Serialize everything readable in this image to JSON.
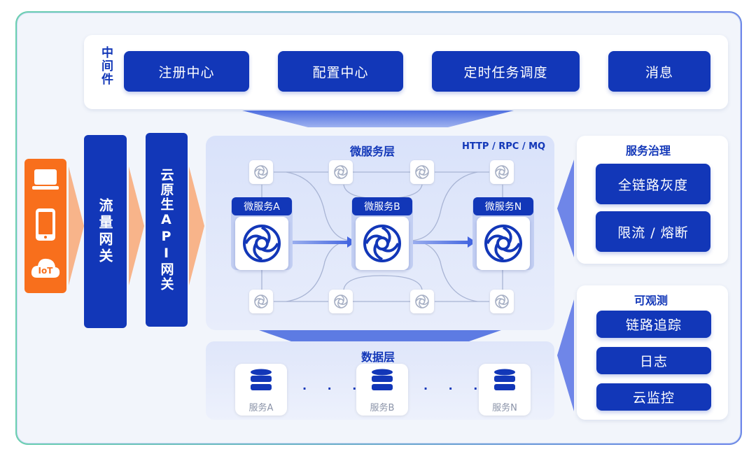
{
  "middleware": {
    "label": "中间件",
    "items": [
      "注册中心",
      "配置中心",
      "定时任务调度",
      "消息"
    ]
  },
  "gateways": {
    "traffic": "流量网关",
    "cloud_native": "云原生API网关"
  },
  "devices": {
    "icons": [
      "laptop-icon",
      "phone-icon",
      "iot-cloud-icon"
    ],
    "iot_text": "IoT"
  },
  "microservice_layer": {
    "title": "微服务层",
    "protocols": "HTTP / RPC / MQ",
    "services": [
      "微服务A",
      "微服务B",
      "微服务N"
    ]
  },
  "data_layer": {
    "title": "数据层",
    "services": [
      "服务A",
      "服务B",
      "服务N"
    ],
    "ellipsis": "· · ·"
  },
  "governance": {
    "title": "服务治理",
    "items": [
      "全链路灰度",
      "限流 / 熔断"
    ]
  },
  "observability": {
    "title": "可观测",
    "items": [
      "链路追踪",
      "日志",
      "云监控"
    ]
  },
  "colors": {
    "primary": "#1237b8",
    "accent_orange": "#f86f1c",
    "area_bg": "#d9e2fa"
  }
}
